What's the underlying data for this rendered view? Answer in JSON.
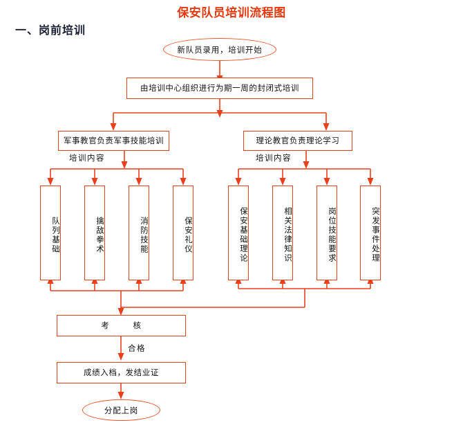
{
  "document": {
    "title": "保安队员培训流程图",
    "section_heading": "一、岗前培训",
    "title_color": "#e3380d",
    "line_color": "#e8401a",
    "box_border_color": "#e1421c"
  },
  "flow": {
    "start": {
      "label": "新队员录用，培训开始",
      "shape": "ellipse"
    },
    "step_organize": {
      "label": "由培训中心组织进行为期一周的封闭式培训",
      "shape": "rect"
    },
    "branches": [
      {
        "id": "military",
        "header": "军事教官负责军事技能培训",
        "content_label": "培训内容",
        "items": [
          {
            "label": "队列基础"
          },
          {
            "label": "擒敌拳术"
          },
          {
            "label": "消防技能"
          },
          {
            "label": "保安礼仪"
          }
        ]
      },
      {
        "id": "theory",
        "header": "理论教官负责理论学习",
        "content_label": "培训内容",
        "items": [
          {
            "label": "保安基础理论"
          },
          {
            "label": "相关法律知识"
          },
          {
            "label": "岗位技能要求"
          },
          {
            "label": "突发事件处理"
          }
        ]
      }
    ],
    "assessment": {
      "label_part1": "考",
      "label_part2": "核",
      "shape": "rect"
    },
    "pass_label": "合格",
    "record": {
      "label": "成绩入档，发结业证",
      "shape": "rect"
    },
    "end": {
      "label": "分配上岗",
      "shape": "ellipse"
    }
  }
}
